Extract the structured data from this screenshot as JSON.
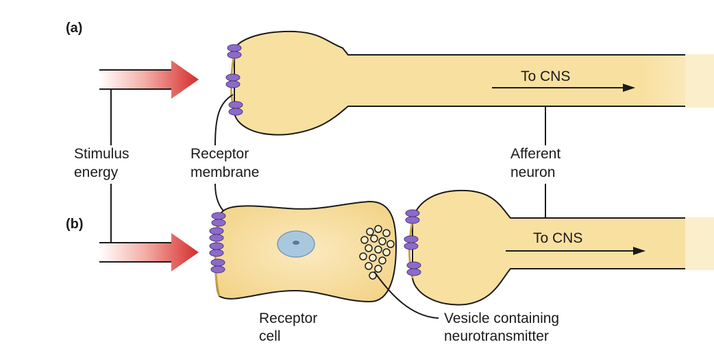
{
  "panels": {
    "a": "(a)",
    "b": "(b)"
  },
  "labels": {
    "stimulus_energy_line1": "Stimulus",
    "stimulus_energy_line2": "energy",
    "receptor_membrane_line1": "Receptor",
    "receptor_membrane_line2": "membrane",
    "afferent_neuron_line1": "Afferent",
    "afferent_neuron_line2": "neuron",
    "to_cns_a": "To CNS",
    "to_cns_b": "To CNS",
    "receptor_cell_line1": "Receptor",
    "receptor_cell_line2": "cell",
    "vesicle_line1": "Vesicle containing",
    "vesicle_line2": "neurotransmitter"
  },
  "colors": {
    "cell_fill": "#f8e0a0",
    "stimulus_arrow": "#d62c2c",
    "receptor_protein": "#8c6bc7",
    "nucleus": "#a9c8de"
  }
}
